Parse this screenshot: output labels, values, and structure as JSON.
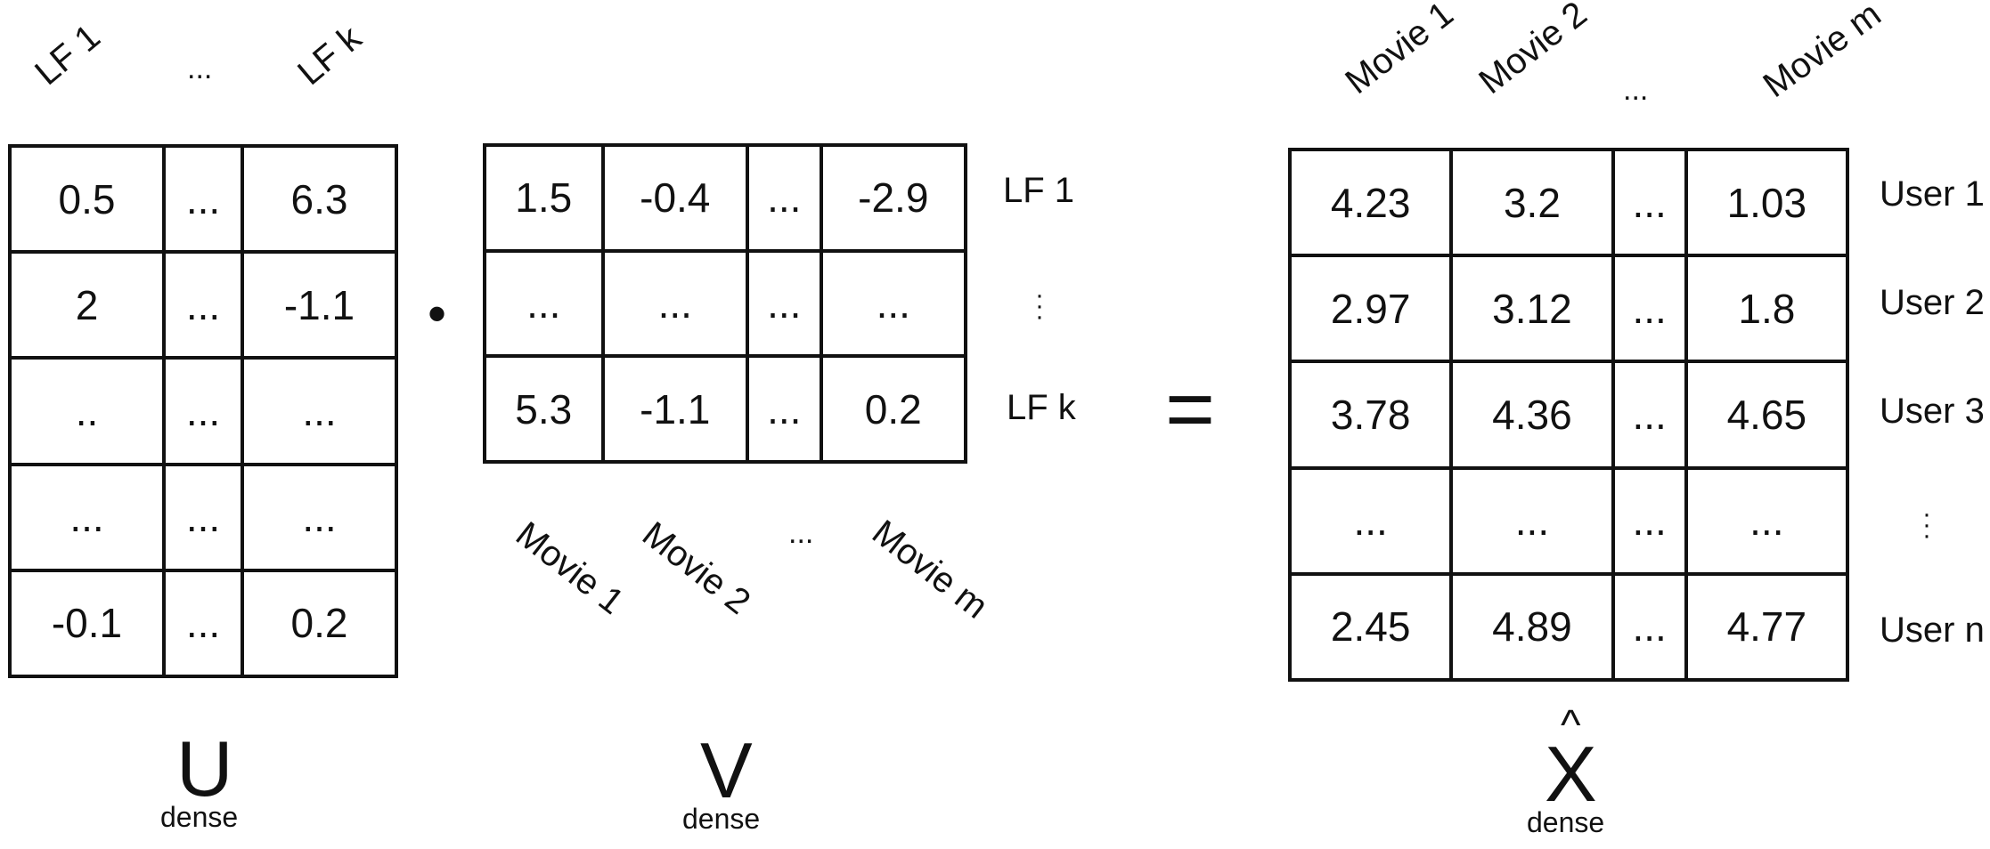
{
  "U": {
    "col_labels": [
      "LF 1",
      "...",
      "LF k"
    ],
    "rows": [
      [
        "0.5",
        "...",
        "6.3"
      ],
      [
        "2",
        "...",
        "-1.1"
      ],
      [
        "..",
        "...",
        "..."
      ],
      [
        "...",
        "...",
        "..."
      ],
      [
        "-0.1",
        "...",
        "0.2"
      ]
    ],
    "name": "U",
    "caption": "dense"
  },
  "dot_op": "•",
  "V": {
    "rows": [
      [
        "1.5",
        "-0.4",
        "...",
        "-2.9"
      ],
      [
        "...",
        "...",
        "...",
        "..."
      ],
      [
        "5.3",
        "-1.1",
        "...",
        "0.2"
      ]
    ],
    "row_labels": [
      "LF 1",
      "⋮",
      "LF k"
    ],
    "col_labels": [
      "Movie 1",
      "Movie 2",
      "...",
      "Movie m"
    ],
    "name": "V",
    "caption": "dense"
  },
  "equals_op": "=",
  "X": {
    "col_labels": [
      "Movie 1",
      "Movie 2",
      "...",
      "Movie m"
    ],
    "rows": [
      [
        "4.23",
        "3.2",
        "...",
        "1.03"
      ],
      [
        "2.97",
        "3.12",
        "...",
        "1.8"
      ],
      [
        "3.78",
        "4.36",
        "...",
        "4.65"
      ],
      [
        "...",
        "...",
        "...",
        "..."
      ],
      [
        "2.45",
        "4.89",
        "...",
        "4.77"
      ]
    ],
    "row_labels": [
      "User 1",
      "User 2",
      "User 3",
      "⋮",
      "User n"
    ],
    "name": "X",
    "hat": "^",
    "caption": "dense"
  }
}
